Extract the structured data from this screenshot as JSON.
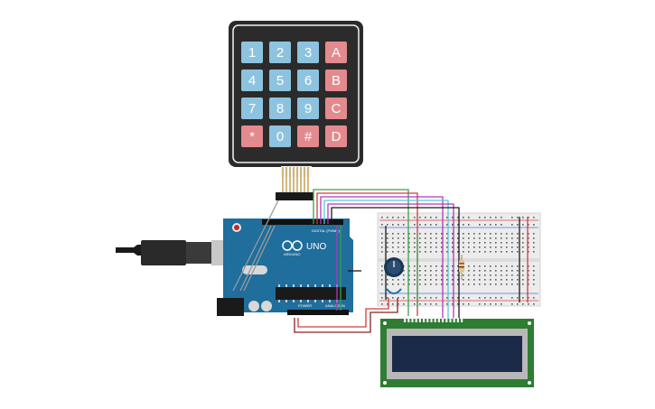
{
  "keypad": {
    "rows": [
      [
        {
          "label": "1",
          "type": "digit"
        },
        {
          "label": "2",
          "type": "digit"
        },
        {
          "label": "3",
          "type": "digit"
        },
        {
          "label": "A",
          "type": "letter"
        }
      ],
      [
        {
          "label": "4",
          "type": "digit"
        },
        {
          "label": "5",
          "type": "digit"
        },
        {
          "label": "6",
          "type": "digit"
        },
        {
          "label": "B",
          "type": "letter"
        }
      ],
      [
        {
          "label": "7",
          "type": "digit"
        },
        {
          "label": "8",
          "type": "digit"
        },
        {
          "label": "9",
          "type": "digit"
        },
        {
          "label": "C",
          "type": "letter"
        }
      ],
      [
        {
          "label": "*",
          "type": "letter"
        },
        {
          "label": "0",
          "type": "digit"
        },
        {
          "label": "#",
          "type": "letter"
        },
        {
          "label": "D",
          "type": "letter"
        }
      ]
    ],
    "colors": {
      "digit": "#8ec3df",
      "letter": "#e38a8f",
      "body": "#2b2b2b",
      "bezel": "#f2f2f2"
    }
  },
  "arduino": {
    "logo_text": "UNO",
    "brand_text": "ARDUINO",
    "digital_label": "DIGITAL (PWM~)",
    "power_label": "POWER",
    "analog_label": "ANALOG IN",
    "board_color": "#1f6e9c"
  },
  "wires": {
    "green": "#3aa04a",
    "red": "#d23b3b",
    "purple": "#b03ab8",
    "cyan": "#5ec3e0",
    "dark_red": "#8a2020",
    "gray": "#9a9a9a"
  },
  "lcd": {
    "pcb_color": "#2e7d32",
    "screen_color": "#1c2a4a"
  }
}
